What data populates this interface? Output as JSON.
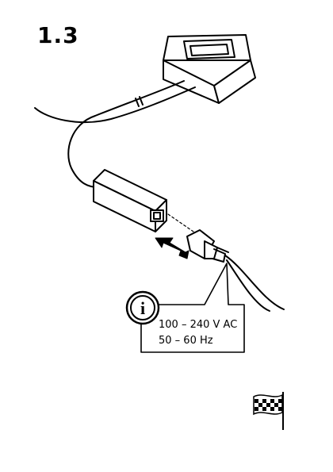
{
  "step": {
    "number": "1.3"
  },
  "info": {
    "symbol": "i",
    "voltage": "100 – 240 V AC",
    "frequency": "50 – 60 Hz"
  },
  "icons": {
    "info": "info-icon",
    "arrow": "insert-arrow-icon",
    "finish": "checkered-flag-icon"
  },
  "colors": {
    "line": "#000000",
    "background": "#ffffff"
  }
}
